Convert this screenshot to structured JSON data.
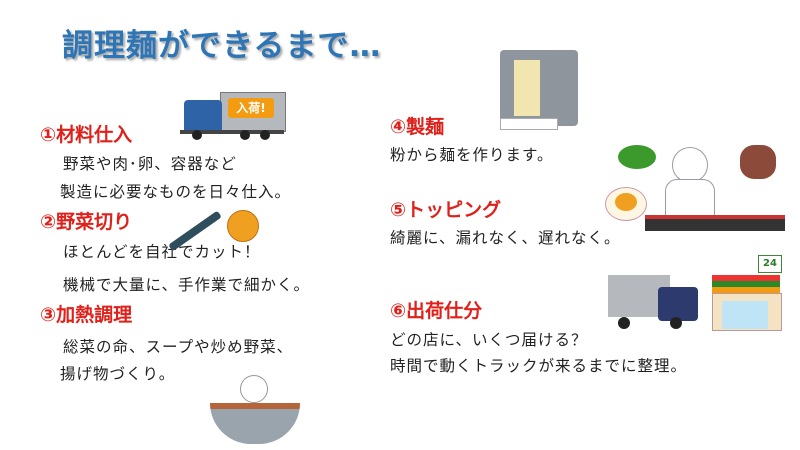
{
  "title": "調理麺ができるまで…",
  "steps": [
    {
      "heading": "①材料仕入",
      "lines": [
        "野菜や肉･卵、容器など",
        "製造に必要なものを日々仕入。"
      ],
      "badge": "入荷!"
    },
    {
      "heading": "②野菜切り",
      "lines": [
        "ほとんどを自社でカット！",
        "機械で大量に、手作業で細かく。"
      ]
    },
    {
      "heading": "③加熱調理",
      "lines": [
        "総菜の命、スープや炒め野菜、",
        "揚げ物づくり。"
      ]
    },
    {
      "heading": "④製麺",
      "lines": [
        "粉から麺を作ります。"
      ]
    },
    {
      "heading": "⑤トッピング",
      "lines": [
        "綺麗に、漏れなく、遅れなく。"
      ]
    },
    {
      "heading": "⑥出荷仕分",
      "lines": [
        "どの店に、いくつ届ける？",
        "時間で動くトラックが来るまでに整理。"
      ],
      "store_sign": "24"
    }
  ]
}
